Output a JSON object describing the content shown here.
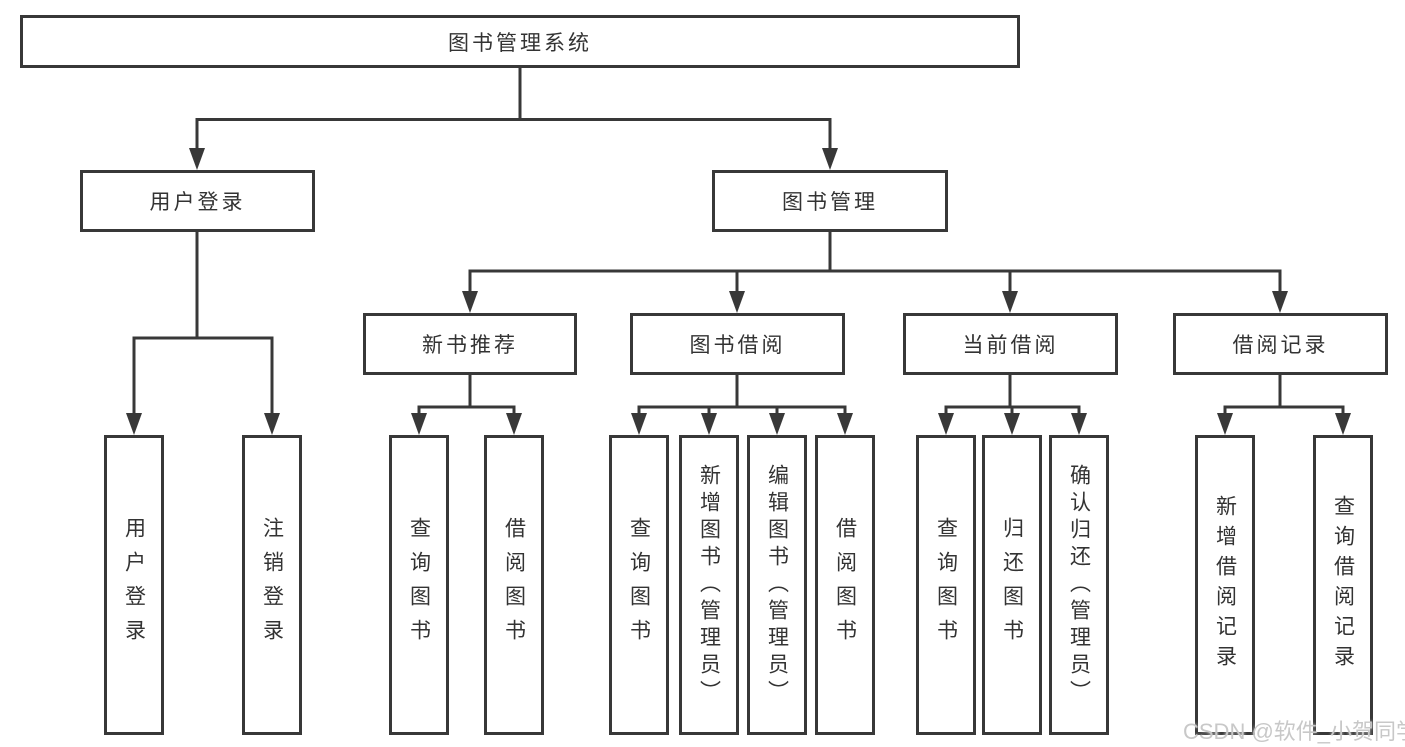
{
  "tree": {
    "root": {
      "label": "图书管理系统"
    },
    "level2": [
      {
        "label": "用户登录"
      },
      {
        "label": "图书管理"
      }
    ],
    "level3": [
      {
        "label": "新书推荐",
        "parent": "图书管理"
      },
      {
        "label": "图书借阅",
        "parent": "图书管理"
      },
      {
        "label": "当前借阅",
        "parent": "图书管理"
      },
      {
        "label": "借阅记录",
        "parent": "图书管理"
      }
    ],
    "leaves": [
      {
        "label": "用户登录",
        "parent": "用户登录"
      },
      {
        "label": "注销登录",
        "parent": "用户登录"
      },
      {
        "label": "查询图书",
        "parent": "新书推荐"
      },
      {
        "label": "借阅图书",
        "parent": "新书推荐"
      },
      {
        "label": "查询图书",
        "parent": "图书借阅"
      },
      {
        "label": "新增图书（管理员）",
        "parent": "图书借阅"
      },
      {
        "label": "编辑图书（管理员）",
        "parent": "图书借阅"
      },
      {
        "label": "借阅图书",
        "parent": "图书借阅"
      },
      {
        "label": "查询图书",
        "parent": "当前借阅"
      },
      {
        "label": "归还图书",
        "parent": "当前借阅"
      },
      {
        "label": "确认归还（管理员）",
        "parent": "当前借阅"
      },
      {
        "label": "新增借阅记录",
        "parent": "借阅记录"
      },
      {
        "label": "查询借阅记录",
        "parent": "借阅记录"
      }
    ]
  },
  "watermark": "CSDN @软件_小贺同学",
  "colors": {
    "line": "#383838",
    "box_border": "#383838",
    "box_background": "#ffffff",
    "text": "#333333",
    "watermark": "#c8c8c8"
  }
}
